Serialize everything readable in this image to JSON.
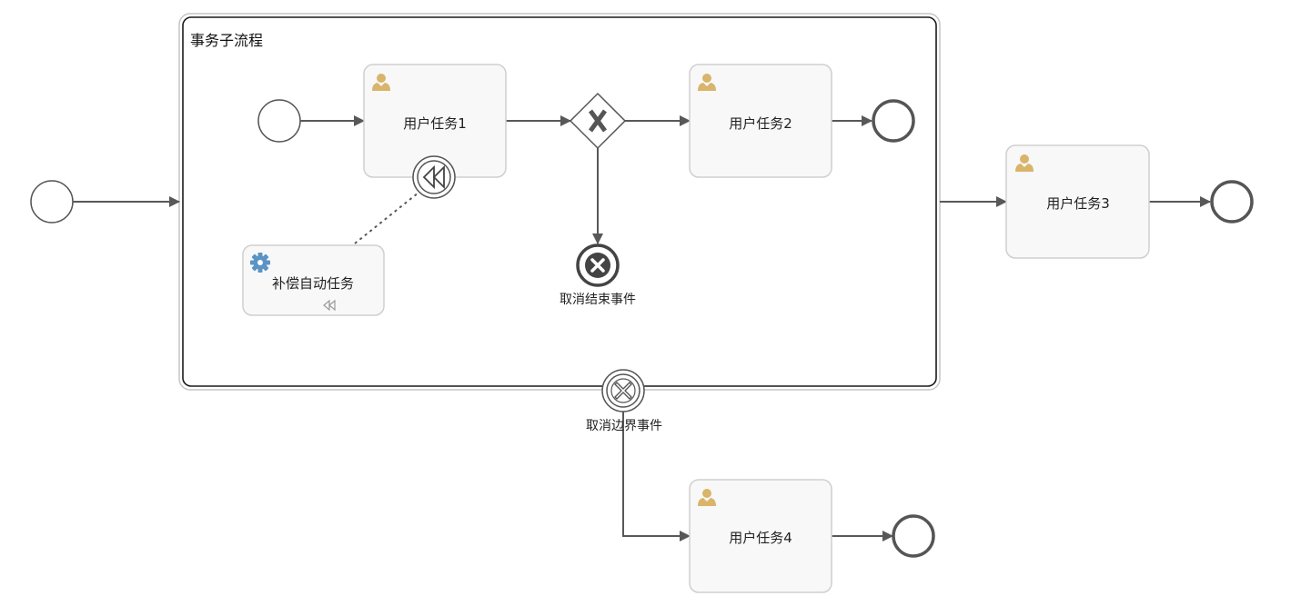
{
  "diagram": {
    "subprocess": {
      "label": "事务子流程"
    },
    "tasks": {
      "user_task_1": "用户任务1",
      "user_task_2": "用户任务2",
      "user_task_3": "用户任务3",
      "user_task_4": "用户任务4",
      "compensation_task": "补偿自动任务"
    },
    "events": {
      "cancel_end": "取消结束事件",
      "cancel_boundary": "取消边界事件"
    },
    "colors": {
      "user_icon": "#d9b46a",
      "gear_icon": "#5b93c5",
      "line": "#585858",
      "task_fill": "#f8f8f8",
      "task_border": "#cfcfcf"
    }
  }
}
